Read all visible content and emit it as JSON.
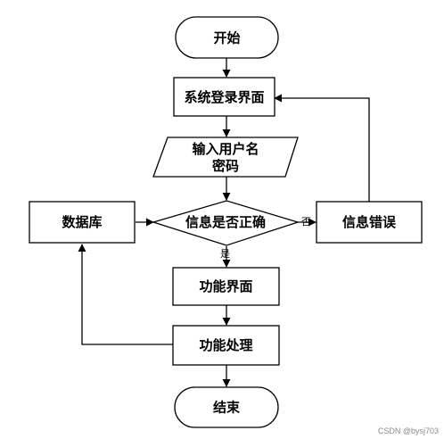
{
  "nodes": {
    "start": "开始",
    "login": "系统登录界面",
    "input_line1": "输入用户名",
    "input_line2": "密码",
    "decision": "信息是否正确",
    "database": "数据库",
    "error": "信息错误",
    "func_ui": "功能界面",
    "func_process": "功能处理",
    "end": "结束"
  },
  "edge_labels": {
    "no": "否",
    "yes": "是"
  },
  "watermark": "CSDN @bysj703"
}
